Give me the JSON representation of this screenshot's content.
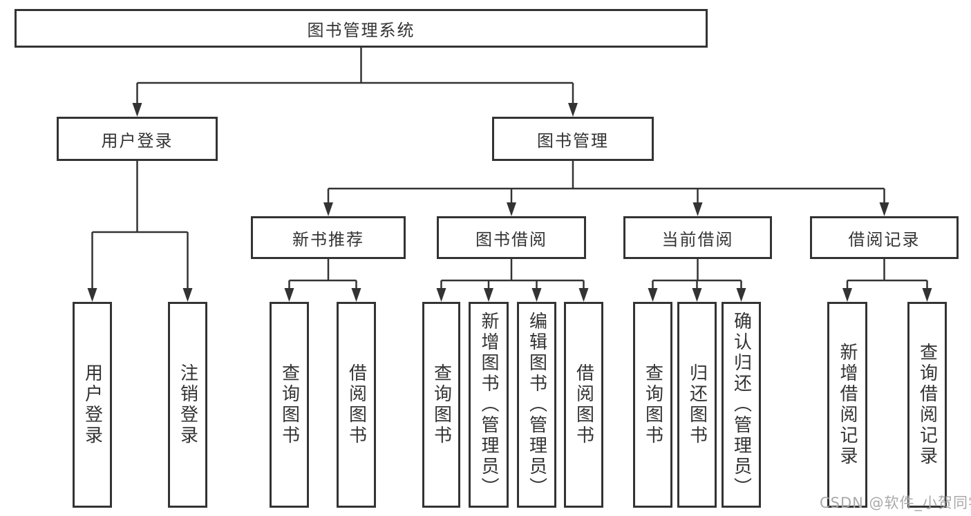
{
  "diagram": {
    "nodes": [
      {
        "id": "root",
        "label": "图书管理系统"
      },
      {
        "id": "user-login",
        "label": "用户登录"
      },
      {
        "id": "book-mgmt",
        "label": "图书管理"
      },
      {
        "id": "new-book-rec",
        "label": "新书推荐"
      },
      {
        "id": "book-borrow",
        "label": "图书借阅"
      },
      {
        "id": "current-borrow",
        "label": "当前借阅"
      },
      {
        "id": "borrow-records",
        "label": "借阅记录"
      },
      {
        "id": "leaf-user-login",
        "label": "用户登录",
        "vertical": true
      },
      {
        "id": "leaf-logout",
        "label": "注销登录",
        "vertical": true
      },
      {
        "id": "leaf-query-book-1",
        "label": "查询图书",
        "vertical": true
      },
      {
        "id": "leaf-borrow-book-1",
        "label": "借阅图书",
        "vertical": true
      },
      {
        "id": "leaf-query-book-2",
        "label": "查询图书",
        "vertical": true
      },
      {
        "id": "leaf-add-book",
        "label": "新增图书（管理员）",
        "vertical": true
      },
      {
        "id": "leaf-edit-book",
        "label": "编辑图书（管理员）",
        "vertical": true
      },
      {
        "id": "leaf-borrow-book-2",
        "label": "借阅图书",
        "vertical": true
      },
      {
        "id": "leaf-query-book-3",
        "label": "查询图书",
        "vertical": true
      },
      {
        "id": "leaf-return-book",
        "label": "归还图书",
        "vertical": true
      },
      {
        "id": "leaf-confirm-return",
        "label": "确认归还（管理员）",
        "vertical": true
      },
      {
        "id": "leaf-add-record",
        "label": "新增借阅记录",
        "vertical": true
      },
      {
        "id": "leaf-query-record",
        "label": "查询借阅记录",
        "vertical": true
      }
    ]
  },
  "watermark": {
    "text": "CSDN @软件_小贺同学"
  },
  "colors": {
    "line": "#333333",
    "border": "#333333",
    "text": "#333333",
    "watermark": "#a9a9a9",
    "background": "#ffffff"
  }
}
